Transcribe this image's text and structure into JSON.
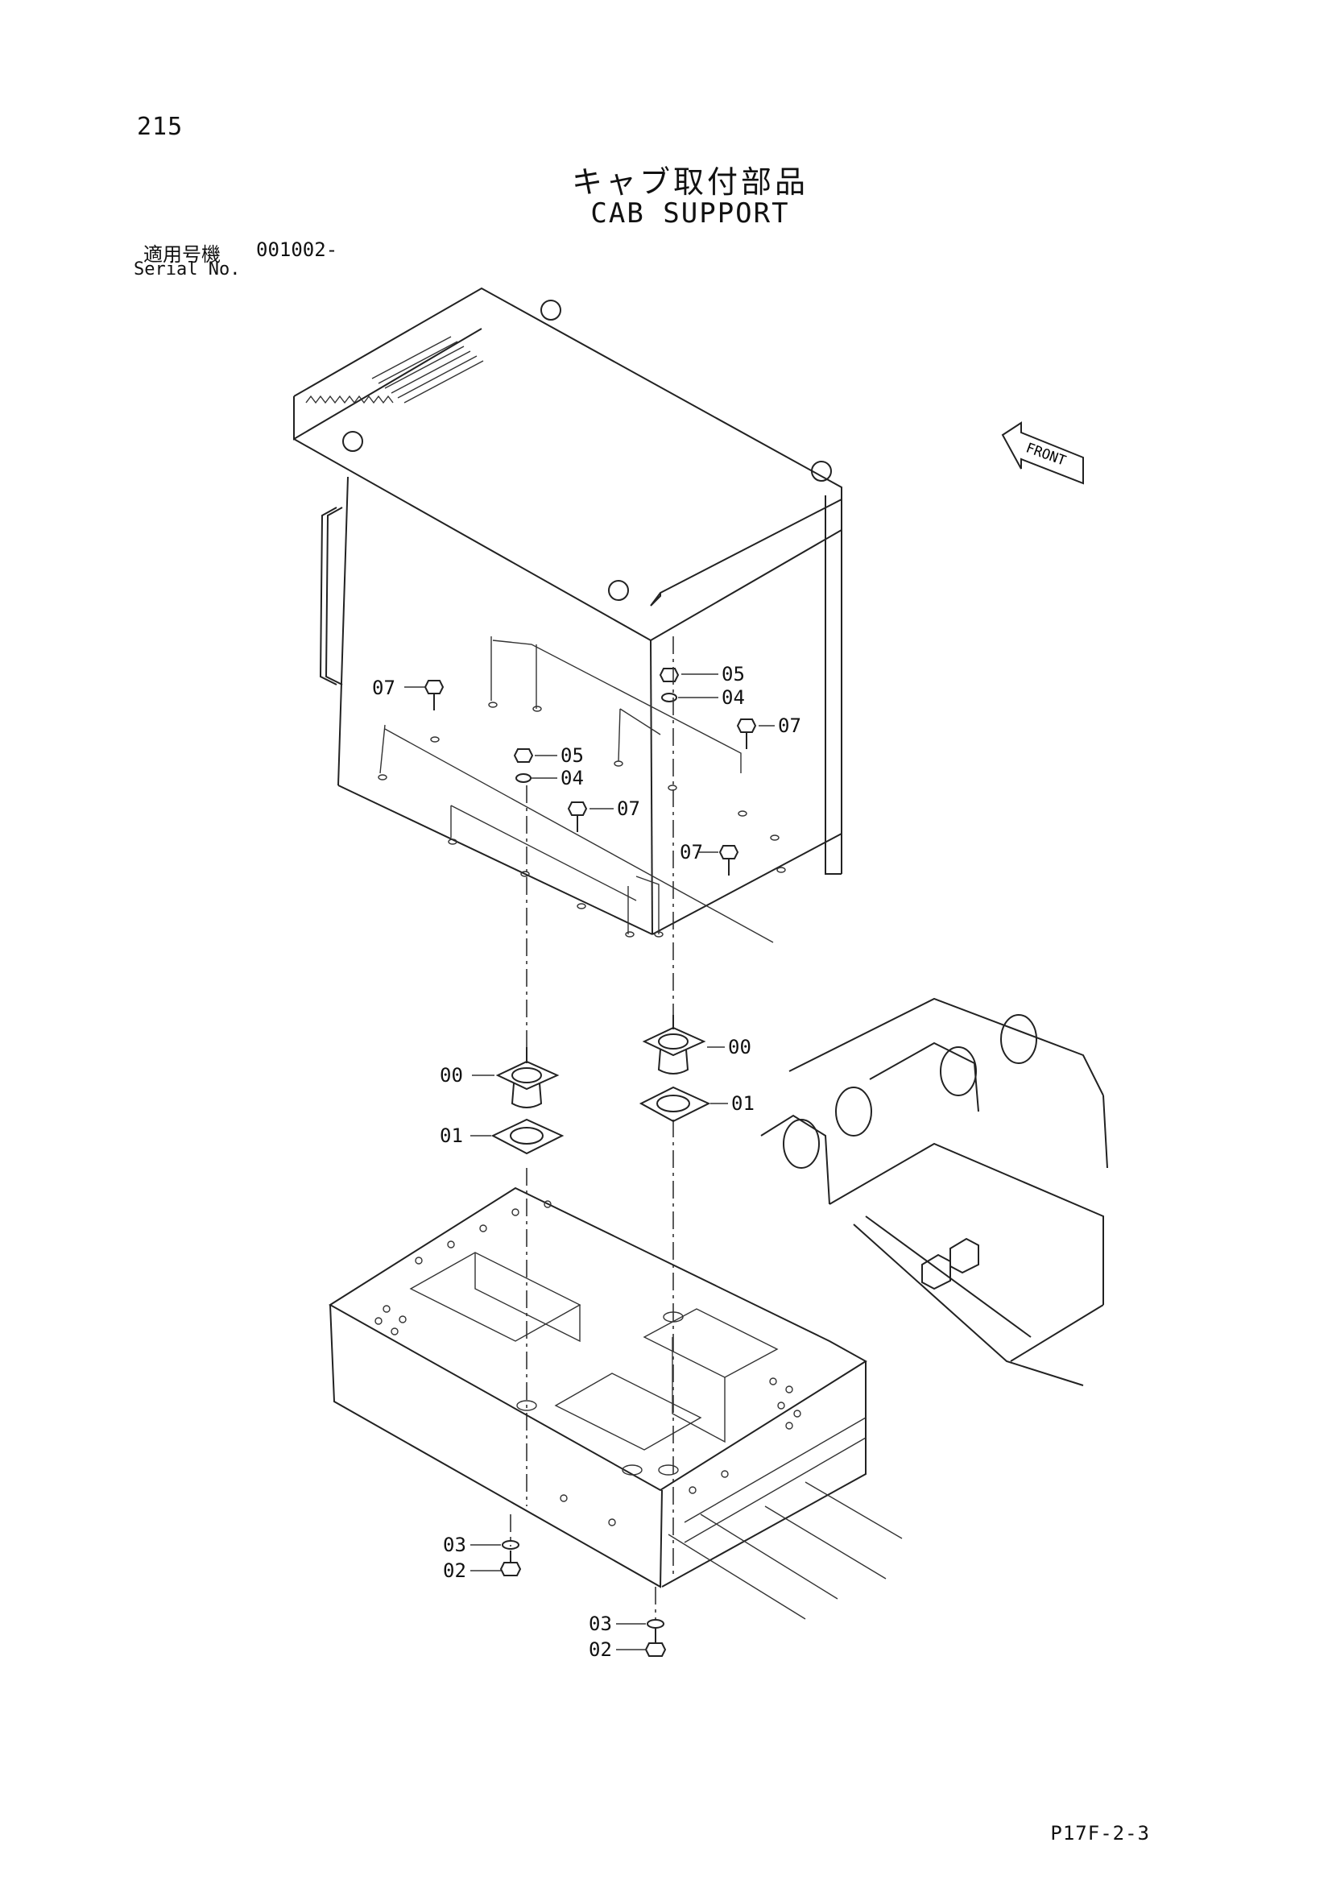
{
  "page": {
    "number": "215",
    "footer_code": "P17F-2-3"
  },
  "title": {
    "japanese": "キャブ取付部品",
    "english": "CAB SUPPORT"
  },
  "serial": {
    "label_japanese": "適用号機",
    "value": "001002-",
    "label_english": "Serial No."
  },
  "direction_marker": {
    "label": "FRONT",
    "icon": "front-arrow-icon"
  },
  "parts": {
    "p00": "00",
    "p01": "01",
    "p02": "02",
    "p03": "03",
    "p04": "04",
    "p05": "05",
    "p07": "07"
  }
}
